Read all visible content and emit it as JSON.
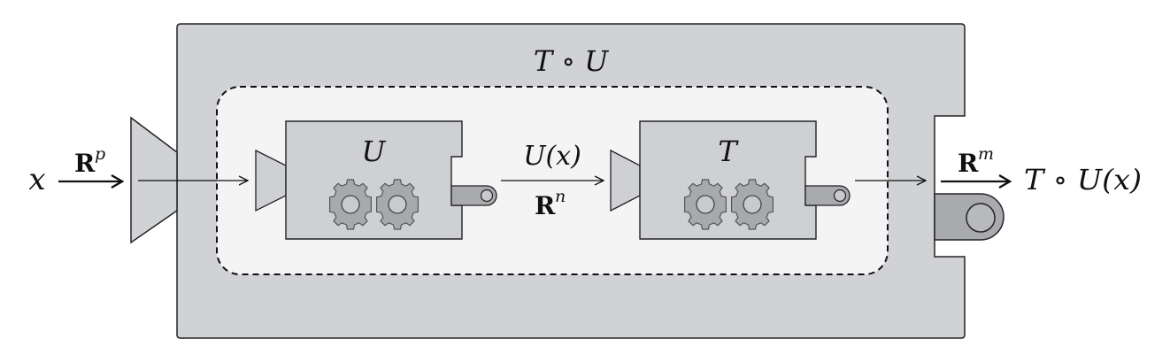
{
  "composite": {
    "label": "T ∘ U"
  },
  "input": {
    "symbol": "x",
    "space_base": "R",
    "space_exp": "p"
  },
  "machine_u": {
    "label": "U"
  },
  "machine_t": {
    "label": "T"
  },
  "middle": {
    "value": "U(x)",
    "space_base": "R",
    "space_exp": "n"
  },
  "output": {
    "value": "T ∘ U(x)",
    "space_base": "R",
    "space_exp": "m"
  }
}
